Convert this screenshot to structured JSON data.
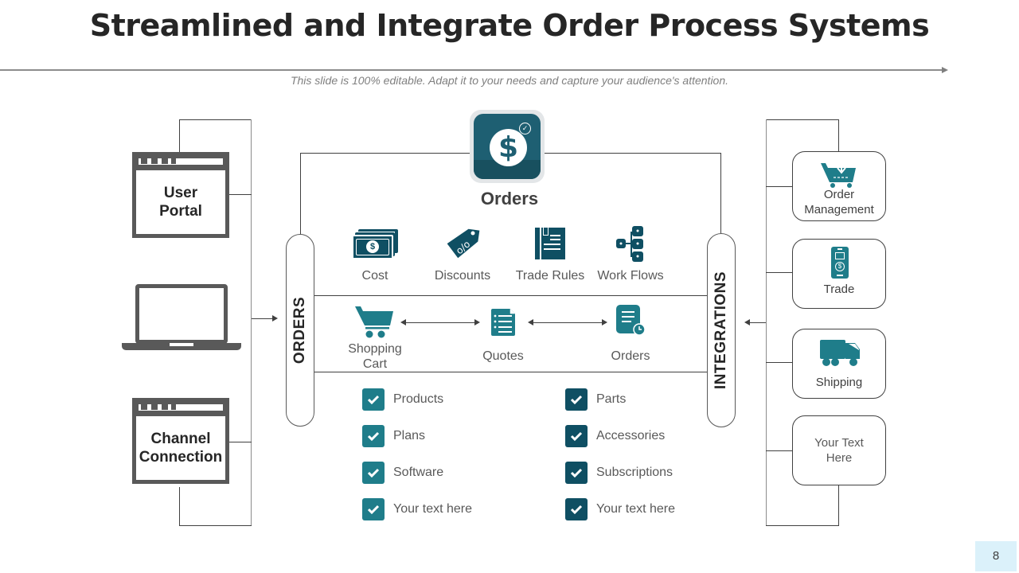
{
  "title": "Streamlined and Integrate Order Process Systems",
  "subtitle": "This slide is 100% editable. Adapt it to your needs and capture your audience's attention.",
  "colors": {
    "teal": "#1f7d8a",
    "dark_teal": "#0f4f63",
    "hub": "#1e5f72",
    "page_badge": "#dbf1fa"
  },
  "left_sources": [
    {
      "label": "User Portal",
      "icon": "browser-window-icon"
    },
    {
      "label": "",
      "icon": "laptop-icon"
    },
    {
      "label": "Channel Connection",
      "icon": "browser-window-icon"
    }
  ],
  "hub": {
    "label": "Orders",
    "icon": "dollar-coin-check-icon"
  },
  "pills": {
    "left": "ORDERS",
    "right": "INTEGRATIONS"
  },
  "top_row": [
    {
      "label": "Cost",
      "icon": "money-bills-icon"
    },
    {
      "label": "Discounts",
      "icon": "discount-tag-icon"
    },
    {
      "label": "Trade Rules",
      "icon": "rule-book-icon"
    },
    {
      "label": "Work Flows",
      "icon": "workflow-icon"
    }
  ],
  "flow_row": [
    {
      "label": "Shopping Cart",
      "icon": "shopping-cart-icon"
    },
    {
      "label": "Quotes",
      "icon": "quote-document-icon"
    },
    {
      "label": "Orders",
      "icon": "order-document-clock-icon"
    }
  ],
  "checklist_left": [
    "Products",
    "Plans",
    "Software",
    "Your text here"
  ],
  "checklist_right": [
    "Parts",
    "Accessories",
    "Subscriptions",
    "Your text here"
  ],
  "integrations": [
    {
      "label": "Order Management",
      "icon": "cart-download-icon"
    },
    {
      "label": "Trade",
      "icon": "mobile-dollar-icon"
    },
    {
      "label": "Shipping",
      "icon": "truck-icon"
    },
    {
      "label": "Your Text Here",
      "icon": ""
    }
  ],
  "page_number": "8"
}
